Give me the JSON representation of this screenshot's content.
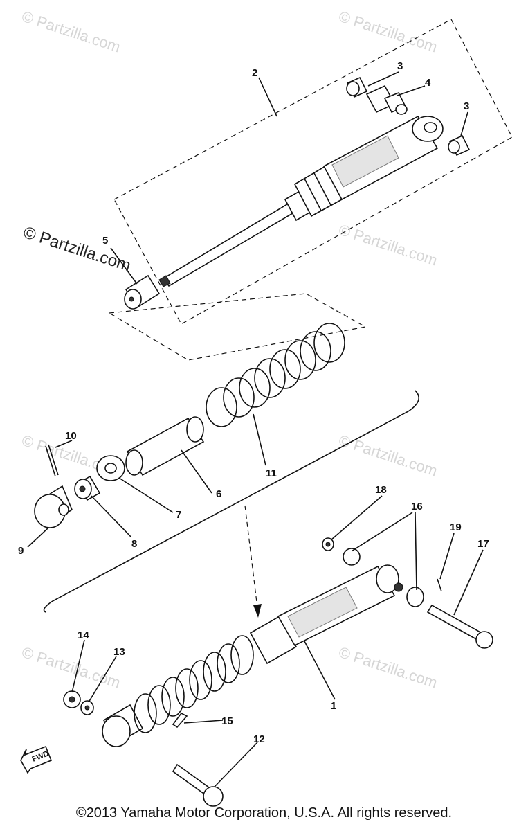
{
  "watermarks": {
    "text": "© Partzilla.com"
  },
  "callouts": [
    {
      "id": "c1",
      "label": "1"
    },
    {
      "id": "c2",
      "label": "2"
    },
    {
      "id": "c3a",
      "label": "3"
    },
    {
      "id": "c3b",
      "label": "3"
    },
    {
      "id": "c4",
      "label": "4"
    },
    {
      "id": "c5",
      "label": "5"
    },
    {
      "id": "c6",
      "label": "6"
    },
    {
      "id": "c7",
      "label": "7"
    },
    {
      "id": "c8",
      "label": "8"
    },
    {
      "id": "c9",
      "label": "9"
    },
    {
      "id": "c10",
      "label": "10"
    },
    {
      "id": "c11",
      "label": "11"
    },
    {
      "id": "c12",
      "label": "12"
    },
    {
      "id": "c13",
      "label": "13"
    },
    {
      "id": "c14",
      "label": "14"
    },
    {
      "id": "c15",
      "label": "15"
    },
    {
      "id": "c16",
      "label": "16"
    },
    {
      "id": "c17",
      "label": "17"
    },
    {
      "id": "c18",
      "label": "18"
    },
    {
      "id": "c19",
      "label": "19"
    }
  ],
  "fwd_badge": "FWD",
  "copyright": "©2013  Yamaha Motor Corporation, U.S.A. All rights reserved."
}
